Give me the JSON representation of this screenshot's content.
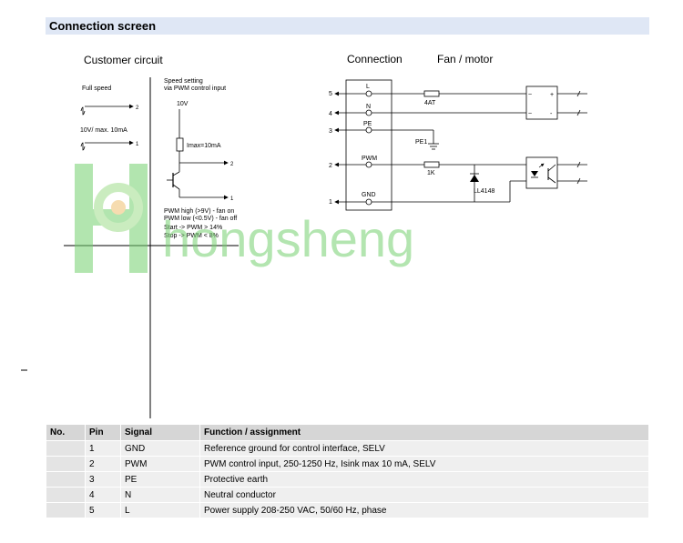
{
  "section_title": "Connection screen",
  "customer_circuit": {
    "title": "Customer circuit",
    "full_speed_label": "Full speed",
    "max_label": "10V/ max. 10mA",
    "speed_setting_line1": "Speed setting",
    "speed_setting_line2": "via PWM control input",
    "voltage_label": "10V",
    "current_label": "Imax=10mA",
    "pwm_high": "PWM high (>9V) - fan on",
    "pwm_low": "PWM low (<0.5V) - fan off",
    "start_note": "Start -> PWM > 14%",
    "stop_note": "Stop   -> PWM < 8%",
    "term_2a": "2",
    "term_1a": "1",
    "term_2b": "2",
    "term_1b": "1"
  },
  "connection": {
    "title": "Connection",
    "fan_title": "Fan / motor",
    "pin_numbers": [
      "5",
      "4",
      "3",
      "2",
      "1"
    ],
    "pin_labels": [
      "L",
      "N",
      "PE",
      "PWM",
      "GND"
    ],
    "fuse_label": "4AT",
    "pe_label": "PE1",
    "resistor_label": "1K",
    "diode_label": "LL4148",
    "rect_plus": "+",
    "rect_minus": "-",
    "rect_ac1": "~",
    "rect_ac2": "~"
  },
  "watermark_text": "hongsheng",
  "table": {
    "headers": [
      "No.",
      "Pin",
      "Signal",
      "Function / assignment"
    ],
    "rows": [
      {
        "no": "",
        "pin": "1",
        "signal": "GND",
        "function": "Reference ground for control interface, SELV"
      },
      {
        "no": "",
        "pin": "2",
        "signal": "PWM",
        "function": "PWM control input, 250-1250 Hz, Isink max 10 mA, SELV"
      },
      {
        "no": "",
        "pin": "3",
        "signal": "PE",
        "function": "Protective earth"
      },
      {
        "no": "",
        "pin": "4",
        "signal": "N",
        "function": "Neutral conductor"
      },
      {
        "no": "",
        "pin": "5",
        "signal": "L",
        "function": "Power supply 208-250 VAC, 50/60 Hz, phase"
      }
    ]
  }
}
